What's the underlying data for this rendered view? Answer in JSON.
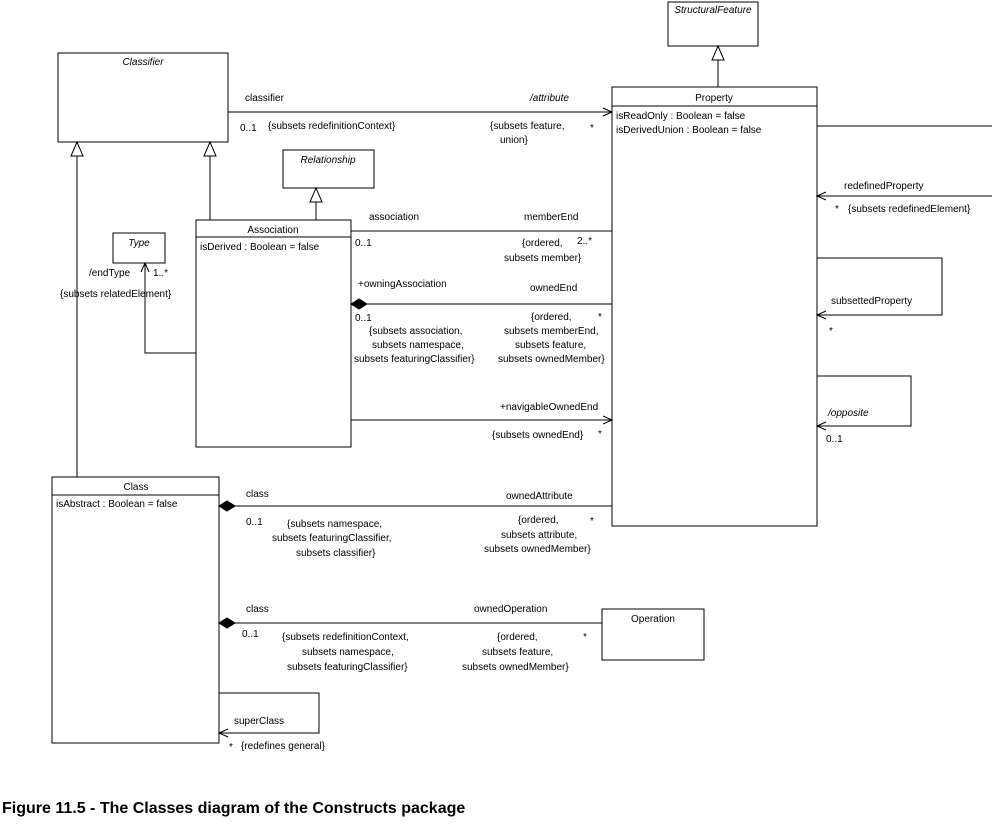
{
  "caption": "Figure 11.5 - The Classes diagram of the Constructs package",
  "classes": {
    "structural_feature": "StructuralFeature",
    "classifier": "Classifier",
    "relationship": "Relationship",
    "type": "Type",
    "association": "Association",
    "association_attr": "isDerived : Boolean = false",
    "property": "Property",
    "property_attr_1": "isReadOnly : Boolean = false",
    "property_attr_2": "isDerivedUnion : Boolean = false",
    "class": "Class",
    "class_attr": "isAbstract : Boolean = false",
    "operation": "Operation"
  },
  "labels": {
    "classifier_role": "classifier",
    "classifier_mult": "0..1",
    "classifier_constraint": "{subsets redefinitionContext}",
    "attribute_role": "/attribute",
    "attribute_constraint_1": "{subsets feature,",
    "attribute_constraint_2": "union}",
    "attribute_mult": "*",
    "association_role": "association",
    "association_mult": "0..1",
    "member_end_role": "memberEnd",
    "member_end_mult": "2..*",
    "member_end_constraint_1": "{ordered,",
    "member_end_constraint_2": "subsets member}",
    "owning_association_role": "+owningAssociation",
    "owning_association_mult": "0..1",
    "owning_association_constraint_1": "{subsets association,",
    "owning_association_constraint_2": "subsets namespace,",
    "owning_association_constraint_3": "subsets featuringClassifier}",
    "owned_end_role": "ownedEnd",
    "owned_end_mult": "*",
    "owned_end_constraint_1": "{ordered,",
    "owned_end_constraint_2": "subsets memberEnd,",
    "owned_end_constraint_3": "subsets feature,",
    "owned_end_constraint_4": "subsets ownedMember}",
    "navigable_owned_end_role": "+navigableOwnedEnd",
    "navigable_owned_end_constraint": "{subsets ownedEnd}",
    "navigable_owned_end_mult": "*",
    "end_type_role": "/endType",
    "end_type_mult": "1..*",
    "end_type_constraint": "{subsets relatedElement}",
    "redefined_property_role": "redefinedProperty",
    "redefined_property_mult": "*",
    "redefined_property_constraint": "{subsets redefinedElement}",
    "subsetted_property_role": "subsettedProperty",
    "subsetted_property_mult": "*",
    "opposite_role": "/opposite",
    "opposite_mult": "0..1",
    "class_role_1": "class",
    "class_mult_1": "0..1",
    "class_constraint_1a": "{subsets namespace,",
    "class_constraint_1b": "subsets featuringClassifier,",
    "class_constraint_1c": "subsets classifier}",
    "owned_attribute_role": "ownedAttribute",
    "owned_attribute_mult": "*",
    "owned_attribute_constraint_1": "{ordered,",
    "owned_attribute_constraint_2": "subsets attribute,",
    "owned_attribute_constraint_3": "subsets ownedMember}",
    "class_role_2": "class",
    "class_mult_2": "0..1",
    "class_constraint_2a": "{subsets redefinitionContext,",
    "class_constraint_2b": "subsets namespace,",
    "class_constraint_2c": "subsets featuringClassifier}",
    "owned_operation_role": "ownedOperation",
    "owned_operation_mult": "*",
    "owned_operation_constraint_1": "{ordered,",
    "owned_operation_constraint_2": "subsets feature,",
    "owned_operation_constraint_3": "subsets ownedMember}",
    "super_class_role": "superClass",
    "super_class_mult": "*",
    "super_class_constraint": "{redefines general}"
  }
}
